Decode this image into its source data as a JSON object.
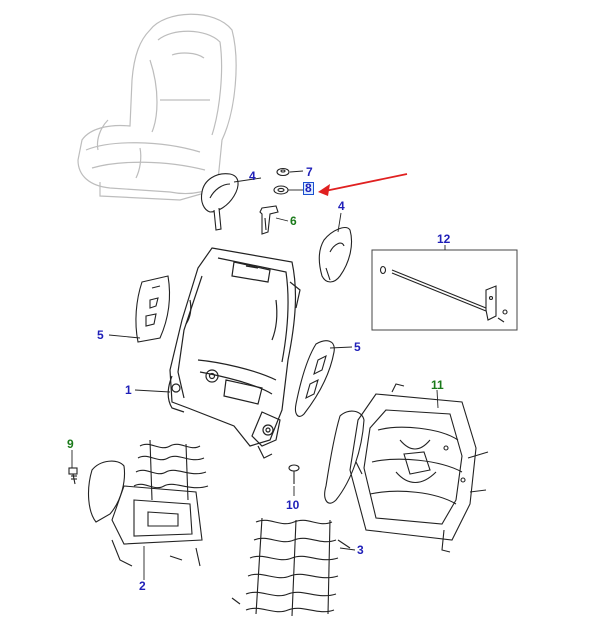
{
  "diagram": {
    "callouts": {
      "c1": "1",
      "c2": "2",
      "c3": "3",
      "c4a": "4",
      "c4b": "4",
      "c5a": "5",
      "c5b": "5",
      "c6": "6",
      "c7": "7",
      "c8": "8",
      "c9": "9",
      "c10": "10",
      "c11": "11",
      "c12": "12"
    },
    "colors": {
      "callout_blue": "#1f1fb8",
      "callout_green": "#1a7a1a",
      "arrow_red": "#e02020",
      "highlight_box": "#1a4fd0",
      "line_art": "#222222",
      "ghost_seat": "#bdbdbd"
    }
  }
}
